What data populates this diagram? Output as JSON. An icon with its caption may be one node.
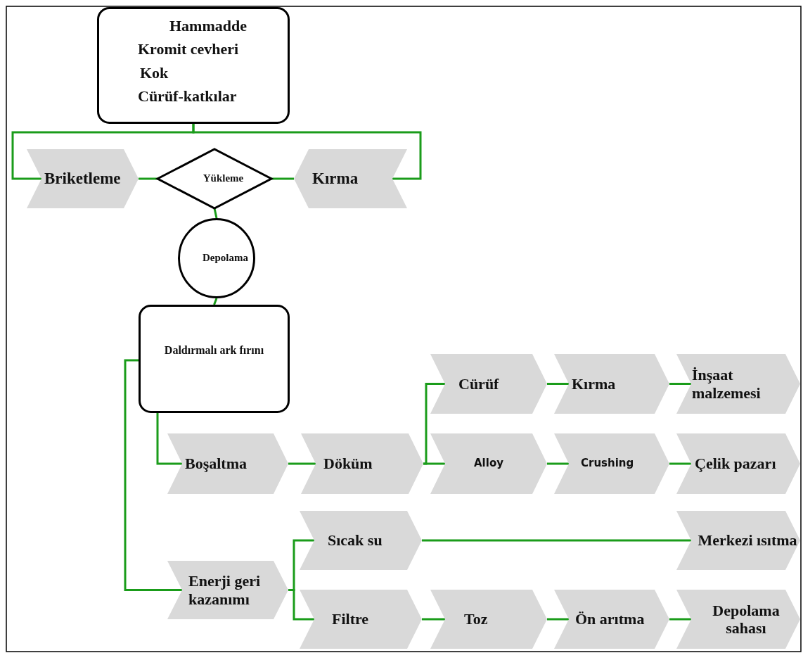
{
  "diagram": {
    "nodes": [
      {
        "text": [
          "Hammadde",
          "Kromit cevheri",
          "Kok",
          "Cürüf-katkılar"
        ]
      },
      {
        "text": [
          "Briketleme"
        ]
      },
      {
        "text": [
          "Yükleme"
        ]
      },
      {
        "text": [
          "Kırma"
        ]
      },
      {
        "text": [
          "Depolama"
        ]
      },
      {
        "text": [
          "Daldırmalı ark fırını"
        ]
      },
      {
        "text": [
          "Boşaltma"
        ]
      },
      {
        "text": [
          "Döküm"
        ]
      },
      {
        "text": [
          "Cürüf"
        ]
      },
      {
        "text": [
          "Kırma"
        ]
      },
      {
        "text": [
          "İnşaat malzemesi"
        ]
      },
      {
        "text": [
          "Alloy"
        ]
      },
      {
        "text": [
          "Crushing"
        ]
      },
      {
        "text": [
          "Çelik pazarı"
        ]
      },
      {
        "text": [
          "Enerji geri kazanımı"
        ]
      },
      {
        "text": [
          "Sıcak su"
        ]
      },
      {
        "text": [
          "Merkezi ısıtma"
        ]
      },
      {
        "text": [
          "Filtre"
        ]
      },
      {
        "text": [
          "Toz"
        ]
      },
      {
        "text": [
          "Ön arıtma"
        ]
      },
      {
        "text": [
          "Depolama sahası"
        ]
      }
    ],
    "edges": [
      {
        "from": 0,
        "to": 1,
        "arrow": "none"
      },
      {
        "from": 0,
        "to": 3,
        "arrow": "none"
      },
      {
        "from": 1,
        "to": 2,
        "arrow": "none"
      },
      {
        "from": 3,
        "to": 2,
        "arrow": "none"
      },
      {
        "from": 2,
        "to": 4,
        "arrow": "none"
      },
      {
        "from": 4,
        "to": 5,
        "arrow": "none"
      },
      {
        "from": 5,
        "to": 6,
        "arrow": "none"
      },
      {
        "from": 5,
        "to": 14,
        "arrow": "none"
      },
      {
        "from": 6,
        "to": 7,
        "arrow": "none"
      },
      {
        "from": 7,
        "to": 8,
        "arrow": "none"
      },
      {
        "from": 7,
        "to": 11,
        "arrow": "none"
      },
      {
        "from": 8,
        "to": 9,
        "arrow": "none"
      },
      {
        "from": 9,
        "to": 10,
        "arrow": "none"
      },
      {
        "from": 11,
        "to": 12,
        "arrow": "none"
      },
      {
        "from": 12,
        "to": 13,
        "arrow": "none"
      },
      {
        "from": 14,
        "to": 15,
        "arrow": "none"
      },
      {
        "from": 14,
        "to": 17,
        "arrow": "none"
      },
      {
        "from": 15,
        "to": 16,
        "arrow": "none"
      },
      {
        "from": 17,
        "to": 18,
        "arrow": "none"
      },
      {
        "from": 18,
        "to": 19,
        "arrow": "none"
      },
      {
        "from": 19,
        "to": 20,
        "arrow": "none"
      }
    ]
  }
}
